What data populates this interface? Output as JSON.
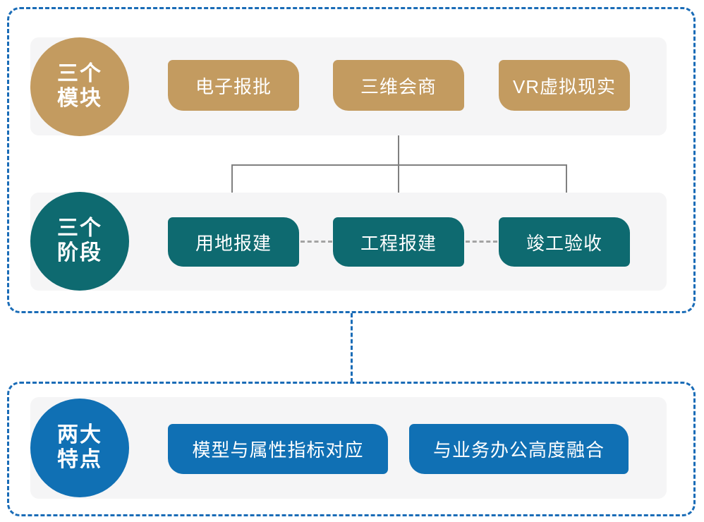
{
  "palette": {
    "gold": "#C39B60",
    "teal": "#0E6A70",
    "blue": "#1070B4",
    "group_border_blue": "#1A6CB7",
    "panel_gray": "#F5F5F6",
    "connector_gray": "#808080",
    "stage_dash_gray": "#A3A3A3",
    "text_white": "#FFFFFF"
  },
  "sections": [
    {
      "id": "modules",
      "circle": {
        "line1": "三个",
        "line2": "模块"
      },
      "items": [
        {
          "label": "电子报批"
        },
        {
          "label": "三维会商"
        },
        {
          "label": "VR虚拟现实"
        }
      ]
    },
    {
      "id": "stages",
      "circle": {
        "line1": "三个",
        "line2": "阶段"
      },
      "items": [
        {
          "label": "用地报建"
        },
        {
          "label": "工程报建"
        },
        {
          "label": "竣工验收"
        }
      ]
    },
    {
      "id": "features",
      "circle": {
        "line1": "两大",
        "line2": "特点"
      },
      "items": [
        {
          "label": "模型与属性指标对应"
        },
        {
          "label": "与业务办公高度融合"
        }
      ]
    }
  ]
}
